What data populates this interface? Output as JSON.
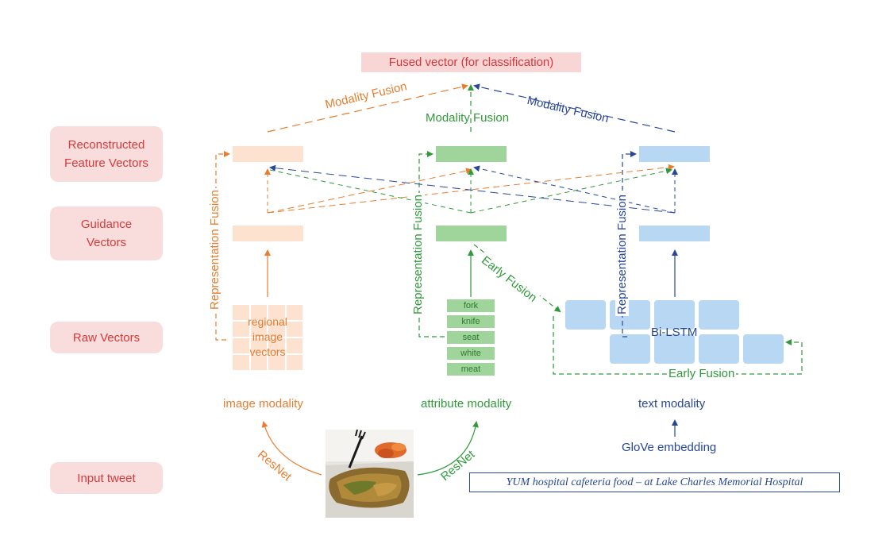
{
  "row_labels": {
    "reconstructed": "Reconstructed\nFeature Vectors",
    "guidance": "Guidance\nVectors",
    "raw": "Raw Vectors",
    "input": "Input tweet"
  },
  "fused_vector": "Fused vector (for classification)",
  "fusion_labels": {
    "modality_fusion_left": "Modality Fusion",
    "modality_fusion_center": "Modality Fusion",
    "modality_fusion_right": "Modality Fusion",
    "representation_fusion_image": "Representation Fusion",
    "representation_fusion_attribute": "Representation Fusion",
    "representation_fusion_text": "Representation Fusion",
    "early_fusion_diagonal": "Early Fusion",
    "early_fusion_bottom": "Early Fusion"
  },
  "image_raw_text": "regional\nimage\nvectors",
  "attributes": [
    "fork",
    "knife",
    "seat",
    "white",
    "meat"
  ],
  "bilstm_label": "Bi-LSTM",
  "modalities": {
    "image": "image modality",
    "attribute": "attribute modality",
    "text": "text modality"
  },
  "encoders": {
    "image": "ResNet",
    "attribute": "ResNet",
    "text": "GloVe embedding"
  },
  "tweet_text": "YUM hospital cafeteria food  – at Lake Charles Memorial Hospital",
  "colors": {
    "orange": "#e87d2f",
    "green": "#2f9a3a",
    "blue": "#27479b",
    "label_red": "#d83a3a"
  }
}
